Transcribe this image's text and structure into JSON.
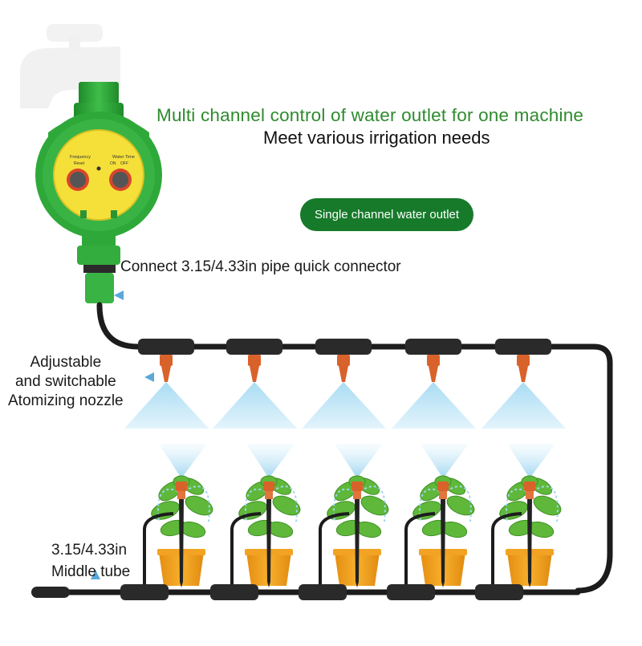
{
  "headline": "Multi channel control of water outlet for one machine",
  "subheadline": "Meet various irrigation needs",
  "badge": "Single channel water outlet",
  "connector_label": "Connect  3.15/4.33in pipe quick connector",
  "nozzle_label": [
    "Adjustable",
    "and switchable",
    "Atomizing nozzle"
  ],
  "tube_label": [
    "3.15/4.33in",
    "Middle tube"
  ],
  "timer": {
    "left_dial_title": "Frequency",
    "right_dial_title": "Water Time",
    "reset": "Reset",
    "on": "ON",
    "off": "OFF"
  },
  "colors": {
    "headline_green": "#2e8b2e",
    "badge_green": "#167a2a",
    "timer_green": "#2fa83a",
    "timer_yellow": "#f5e03a",
    "nozzle_orange": "#d9622b",
    "pot_orange": "#f0a020",
    "spray_blue": "#bfe3f5"
  },
  "icons": [
    "faucet-icon",
    "timer-icon",
    "arrow-pointer-icon",
    "nozzle-icon",
    "spray-icon",
    "plant-pot-icon",
    "tube-icon"
  ]
}
